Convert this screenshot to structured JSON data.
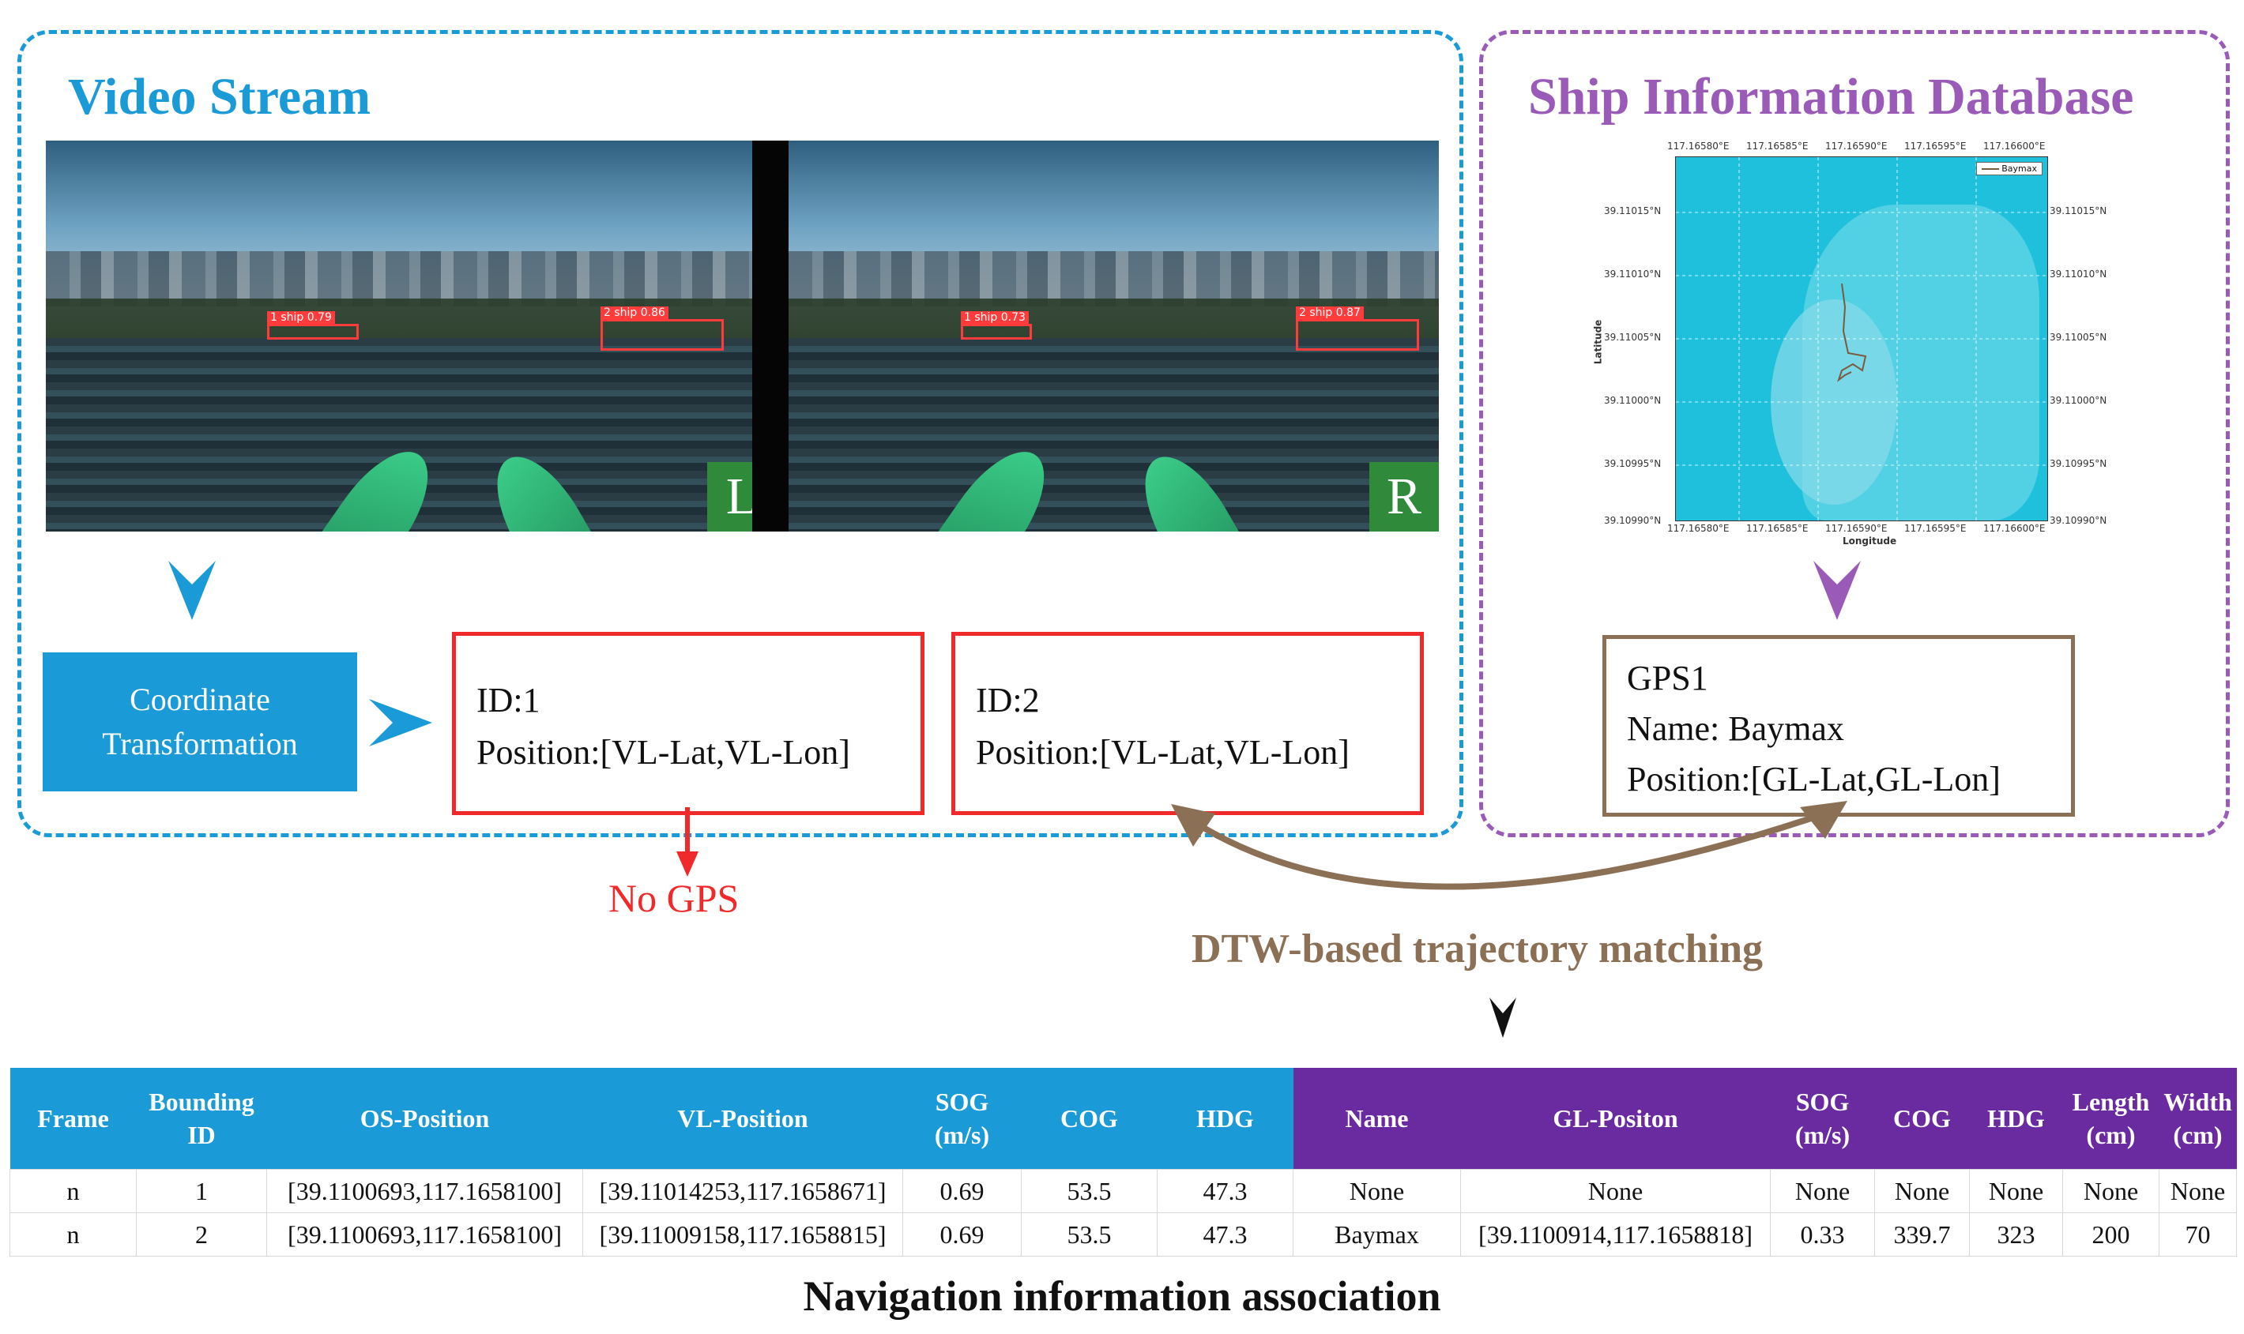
{
  "video_stream": {
    "title": "Video Stream",
    "left_view": {
      "tag": "L",
      "detections": [
        {
          "label": "1 ship 0.79"
        },
        {
          "label": "2 ship 0.86"
        }
      ]
    },
    "right_view": {
      "tag": "R",
      "detections": [
        {
          "label": "1 ship 0.73"
        },
        {
          "label": "2 ship 0.87"
        }
      ]
    },
    "coordinate_transformation": {
      "line1": "Coordinate",
      "line2": "Transformation"
    },
    "target1": {
      "id": "ID:1",
      "position": "Position:[VL-Lat,VL-Lon]"
    },
    "target2": {
      "id": "ID:2",
      "position": "Position:[VL-Lat,VL-Lon]"
    },
    "no_gps": "No GPS"
  },
  "ship_db": {
    "title": "Ship Information Database",
    "map": {
      "legend": "Baymax",
      "x_label": "Longitude",
      "y_label": "Latitude",
      "lon_ticks": [
        "117.16580°E",
        "117.16585°E",
        "117.16590°E",
        "117.16595°E",
        "117.16600°E"
      ],
      "lat_ticks": [
        "39.11015°N",
        "39.11010°N",
        "39.11005°N",
        "39.11000°N",
        "39.10995°N",
        "39.10990°N"
      ]
    },
    "gps_record": {
      "id": "GPS1",
      "name": "Name: Baymax",
      "position": "Position:[GL-Lat,GL-Lon]"
    }
  },
  "matching_label": "DTW-based trajectory matching",
  "table": {
    "headers_video": [
      {
        "l1": "Frame",
        "l2": ""
      },
      {
        "l1": "Bounding",
        "l2": "ID"
      },
      {
        "l1": "OS-Position",
        "l2": ""
      },
      {
        "l1": "VL-Position",
        "l2": ""
      },
      {
        "l1": "SOG",
        "l2": "(m/s)"
      },
      {
        "l1": "COG",
        "l2": ""
      },
      {
        "l1": "HDG",
        "l2": ""
      }
    ],
    "headers_db": [
      {
        "l1": "Name",
        "l2": ""
      },
      {
        "l1": "GL-Positon",
        "l2": ""
      },
      {
        "l1": "SOG",
        "l2": "(m/s)"
      },
      {
        "l1": "COG",
        "l2": ""
      },
      {
        "l1": "HDG",
        "l2": ""
      },
      {
        "l1": "Length",
        "l2": "(cm)"
      },
      {
        "l1": "Width",
        "l2": "(cm)"
      }
    ],
    "rows": [
      [
        "n",
        "1",
        "[39.1100693,117.1658100]",
        "[39.11014253,117.1658671]",
        "0.69",
        "53.5",
        "47.3",
        "None",
        "None",
        "None",
        "None",
        "None",
        "None",
        "None"
      ],
      [
        "n",
        "2",
        "[39.1100693,117.1658100]",
        "[39.11009158,117.1658815]",
        "0.69",
        "53.5",
        "47.3",
        "Baymax",
        "[39.1100914,117.1658818]",
        "0.33",
        "339.7",
        "323",
        "200",
        "70"
      ]
    ],
    "caption": "Navigation information association"
  },
  "colors": {
    "video_accent": "#1a9ad6",
    "db_accent": "#9a5ab8",
    "table_db_header": "#6a2aa0",
    "no_gps": "#f02a2a",
    "matching": "#8c7055"
  }
}
